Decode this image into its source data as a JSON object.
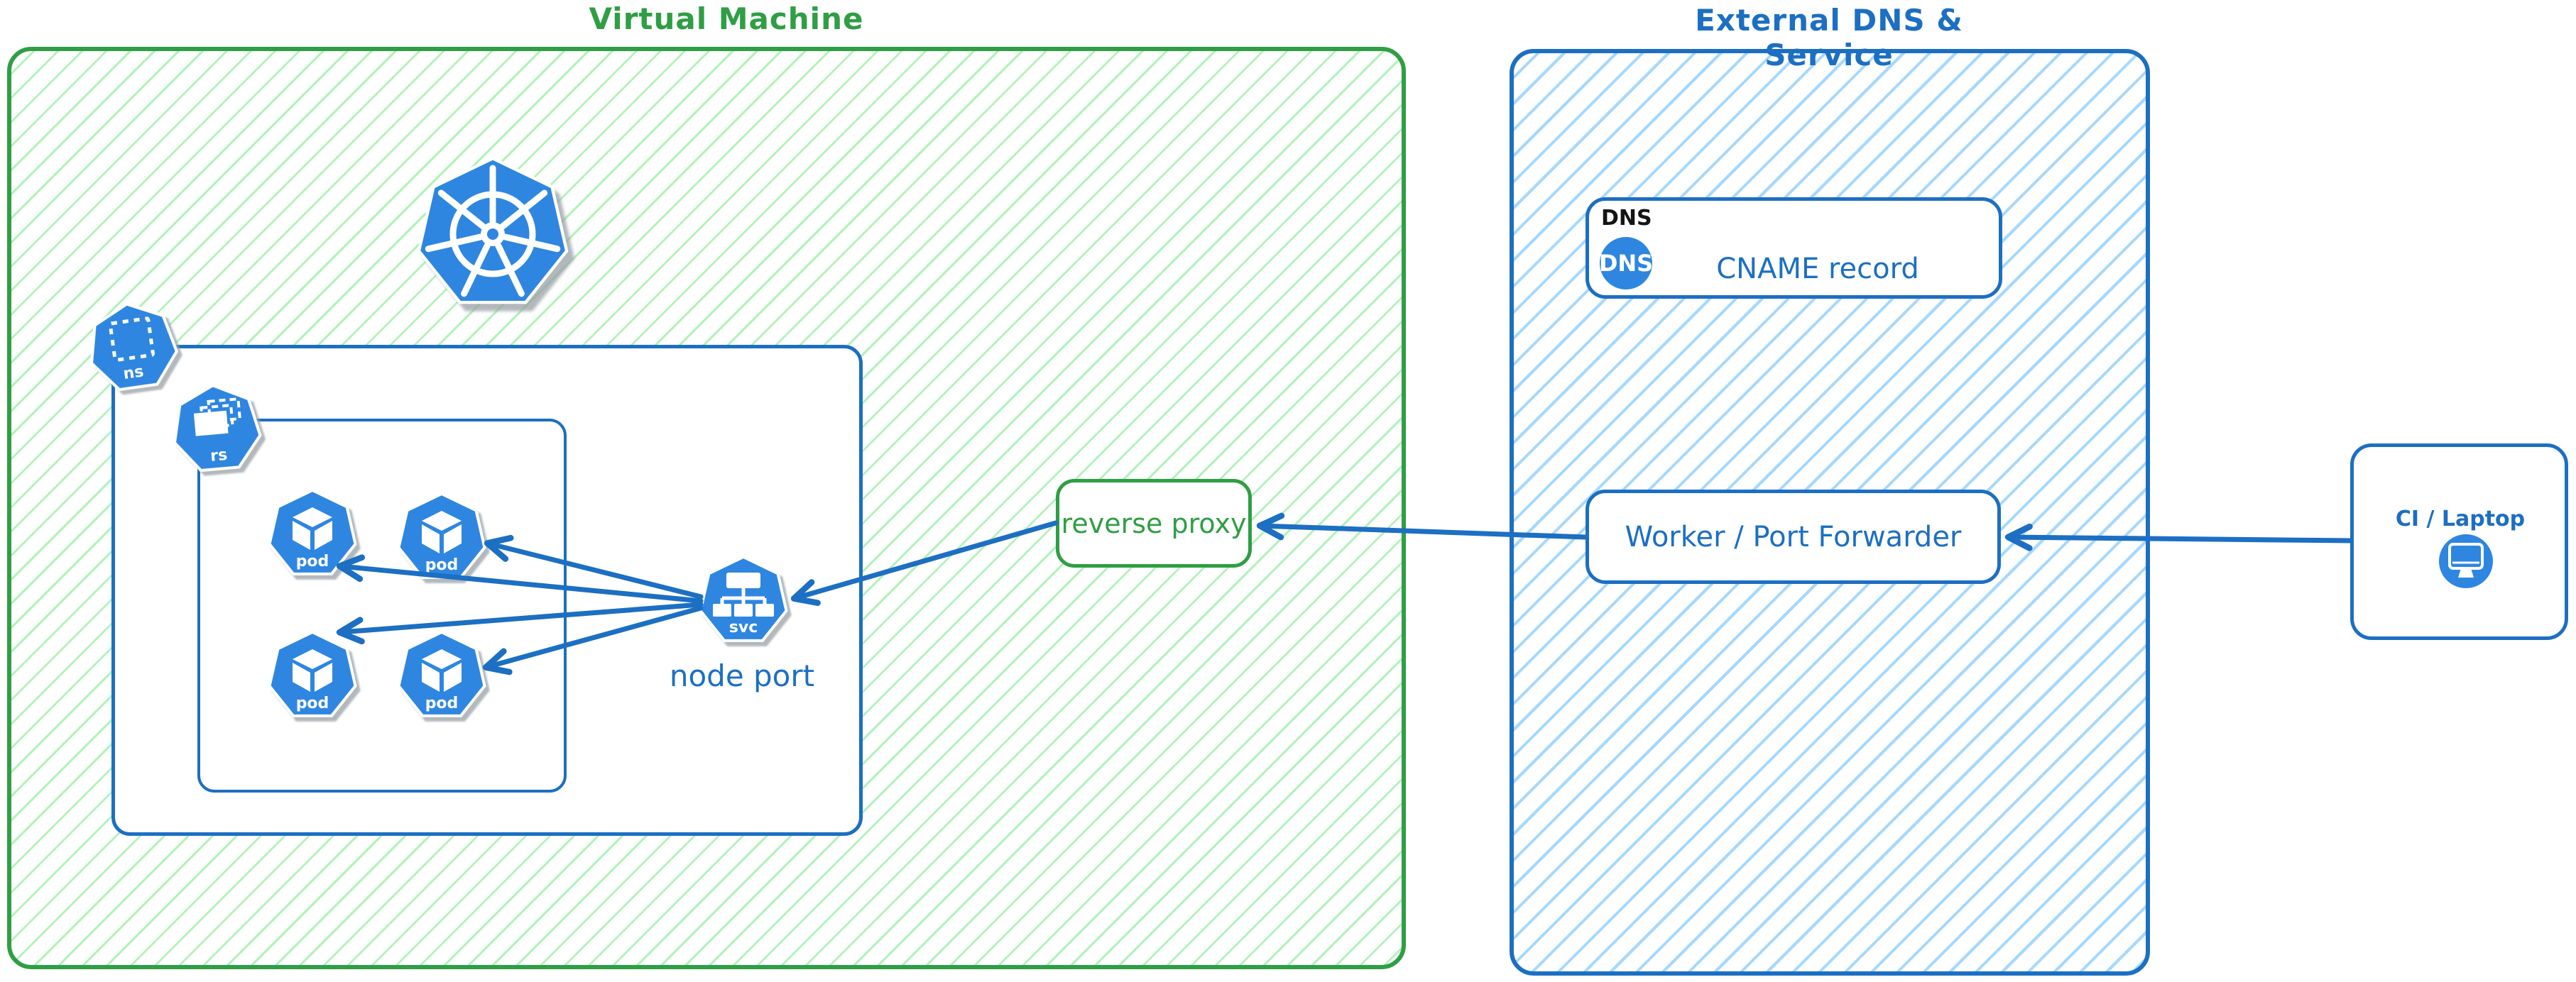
{
  "virtual_machine": {
    "title": "Virtual Machine",
    "kubernetes_logo": "kubernetes-logo",
    "namespace_icon": {
      "label": "ns"
    },
    "replicaset_icon": {
      "label": "rs"
    },
    "pods": [
      {
        "label": "pod"
      },
      {
        "label": "pod"
      },
      {
        "label": "pod"
      },
      {
        "label": "pod"
      }
    ],
    "service": {
      "label": "svc",
      "caption": "node port"
    }
  },
  "reverse_proxy": {
    "label": "reverse proxy"
  },
  "external_dns_service": {
    "title": "External DNS & Service",
    "dns_record": {
      "tag": "DNS",
      "icon_label": "DNS",
      "label": "CNAME record"
    },
    "worker": {
      "label": "Worker / Port Forwarder"
    }
  },
  "ci_laptop": {
    "label": "CI / Laptop",
    "icon": "monitor-icon"
  },
  "colors": {
    "green_accent": "#2f9e44",
    "green_hatch": "#b2f2bb",
    "blue_accent": "#1c6fc2",
    "blue_hatch": "#a5d8ff",
    "node_blue": "#2e86e0",
    "label_black": "#141414"
  },
  "connections": [
    {
      "from": "ci-laptop",
      "to": "worker-port-forwarder"
    },
    {
      "from": "worker-port-forwarder",
      "to": "reverse-proxy"
    },
    {
      "from": "reverse-proxy",
      "to": "node-port-service"
    },
    {
      "from": "node-port-service",
      "to": "pod-1"
    },
    {
      "from": "node-port-service",
      "to": "pod-2"
    },
    {
      "from": "node-port-service",
      "to": "pod-3"
    },
    {
      "from": "node-port-service",
      "to": "pod-4"
    }
  ]
}
